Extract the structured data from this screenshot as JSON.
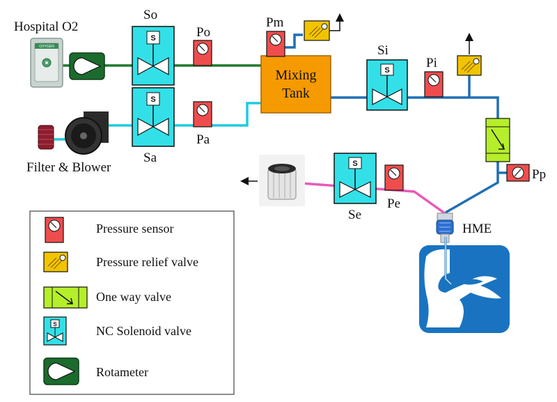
{
  "labels": {
    "hospital_o2": "Hospital O2",
    "filter_blower": "Filter & Blower",
    "so": "So",
    "sa": "Sa",
    "si": "Si",
    "se": "Se",
    "po": "Po",
    "pa": "Pa",
    "pm": "Pm",
    "pi": "Pi",
    "pp": "Pp",
    "pe": "Pe",
    "hme": "HME",
    "tank_line1": "Mixing",
    "tank_line2": "Tank",
    "solenoid_letter": "S",
    "oxygen_plate": "OXYGEN"
  },
  "legend": {
    "pressure_sensor": "Pressure sensor",
    "relief_valve": "Pressure relief valve",
    "one_way_valve": "One way valve",
    "nc_solenoid": "NC Solenoid valve",
    "rotameter": "Rotameter"
  },
  "colors": {
    "oxygen_line": "#1f7a2e",
    "air_line": "#1ecbe1",
    "mixed_line": "#1f6fb5",
    "exhaust_line": "#e85ab8",
    "solenoid_fill": "#33e0e8",
    "sensor_fill": "#ef4d4d",
    "relief_fill": "#f2c400",
    "oneway_fill": "#b5ee2a",
    "rotameter_fill": "#1b6b2d",
    "tank_fill": "#f59a00",
    "patient_fill": "#1a73c0"
  }
}
